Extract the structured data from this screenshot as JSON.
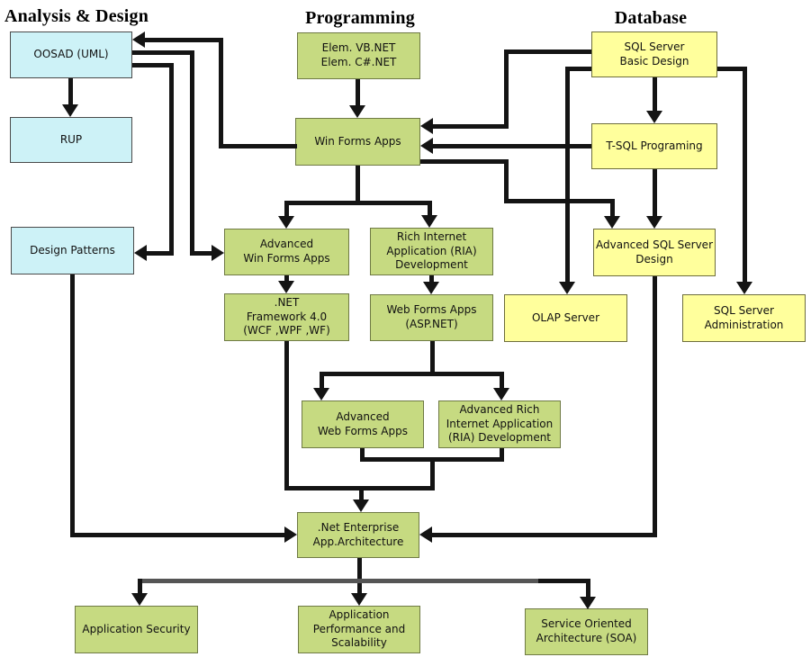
{
  "palette": {
    "green_fill": "#c6da81",
    "green_border": "#6f7a45",
    "yellow_fill": "#ffff9c",
    "yellow_border": "#6e6e3c",
    "cyan_fill": "#cdf2f7",
    "cyan_border": "#4a4a4a",
    "line": "#141414",
    "line_gray": "#555555",
    "text": "#111111",
    "background": "#ffffff"
  },
  "columns": [
    {
      "title": "Analysis & Design"
    },
    {
      "title": "Programming"
    },
    {
      "title": "Database"
    }
  ],
  "nodes": {
    "oosad": {
      "label": "OOSAD (UML)",
      "color": "cyan"
    },
    "rup": {
      "label": "RUP",
      "color": "cyan"
    },
    "design_patterns": {
      "label": "Design Patterns",
      "color": "cyan"
    },
    "elem": {
      "label": "Elem. VB.NET\nElem. C#.NET",
      "color": "green"
    },
    "win_forms": {
      "label": "Win Forms Apps",
      "color": "green"
    },
    "adv_win_forms": {
      "label": "Advanced\nWin Forms Apps",
      "color": "green"
    },
    "ria": {
      "label": "Rich Internet\nApplication (RIA)\nDevelopment",
      "color": "green"
    },
    "net_framework": {
      "label": ".NET\nFramework 4.0\n(WCF ,WPF ,WF)",
      "color": "green"
    },
    "web_forms": {
      "label": "Web Forms Apps\n(ASP.NET)",
      "color": "green"
    },
    "adv_web_forms": {
      "label": "Advanced\nWeb Forms Apps",
      "color": "green"
    },
    "adv_ria": {
      "label": "Advanced Rich\nInternet Application\n(RIA) Development",
      "color": "green"
    },
    "net_enterprise": {
      "label": ".Net Enterprise\nApp.Architecture",
      "color": "green"
    },
    "app_security": {
      "label": "Application Security",
      "color": "green"
    },
    "app_perf": {
      "label": "Application\nPerformance and\nScalability",
      "color": "green"
    },
    "soa": {
      "label": "Service Oriented\nArchitecture (SOA)",
      "color": "green"
    },
    "sql_basic": {
      "label": "SQL Server\nBasic Design",
      "color": "yellow"
    },
    "tsql": {
      "label": "T-SQL Programing",
      "color": "yellow"
    },
    "adv_sql": {
      "label": "Advanced SQL Server\nDesign",
      "color": "yellow"
    },
    "olap": {
      "label": "OLAP Server",
      "color": "yellow"
    },
    "sql_admin": {
      "label": "SQL Server\nAdministration",
      "color": "yellow"
    }
  },
  "edges": [
    {
      "from": "oosad",
      "to": "rup"
    },
    {
      "from": "win_forms",
      "to": "oosad"
    },
    {
      "from": "oosad",
      "to": "design_patterns"
    },
    {
      "from": "oosad",
      "to": "adv_win_forms"
    },
    {
      "from": "elem",
      "to": "win_forms"
    },
    {
      "from": "sql_basic",
      "to": "win_forms"
    },
    {
      "from": "tsql",
      "to": "win_forms"
    },
    {
      "from": "sql_basic",
      "to": "tsql"
    },
    {
      "from": "sql_basic",
      "to": "olap"
    },
    {
      "from": "sql_basic",
      "to": "sql_admin"
    },
    {
      "from": "tsql",
      "to": "adv_sql"
    },
    {
      "from": "win_forms",
      "to": "adv_sql"
    },
    {
      "from": "win_forms",
      "to": "adv_win_forms"
    },
    {
      "from": "win_forms",
      "to": "ria"
    },
    {
      "from": "adv_win_forms",
      "to": "net_framework"
    },
    {
      "from": "ria",
      "to": "web_forms"
    },
    {
      "from": "web_forms",
      "to": "adv_web_forms"
    },
    {
      "from": "web_forms",
      "to": "adv_ria"
    },
    {
      "from": "adv_web_forms",
      "to": "net_enterprise"
    },
    {
      "from": "adv_ria",
      "to": "net_enterprise"
    },
    {
      "from": "net_framework",
      "to": "net_enterprise"
    },
    {
      "from": "design_patterns",
      "to": "net_enterprise"
    },
    {
      "from": "adv_sql",
      "to": "net_enterprise"
    },
    {
      "from": "net_enterprise",
      "to": "app_security"
    },
    {
      "from": "net_enterprise",
      "to": "app_perf"
    },
    {
      "from": "net_enterprise",
      "to": "soa"
    }
  ]
}
